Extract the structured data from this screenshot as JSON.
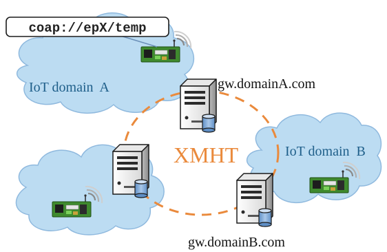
{
  "uri_label": "coap://epX/temp",
  "ring_label": "XMHT",
  "domains": {
    "a": {
      "label": "IoT domain  A"
    },
    "b": {
      "label": "IoT domain  B"
    }
  },
  "gateways": {
    "a": {
      "hostname": "gw.domainA.com"
    },
    "b": {
      "hostname": "gw.domainB.com"
    }
  },
  "colors": {
    "cloud_fill": "#bcdcf2",
    "cloud_stroke": "#8fb9de",
    "domain_text": "#1f5f8a",
    "ring": "#ea8a3c",
    "server_body": "#f1f1f1",
    "server_stroke": "#1b1b1b",
    "database": "#7fa9d6",
    "sensor_board": "#3f8a2e"
  }
}
